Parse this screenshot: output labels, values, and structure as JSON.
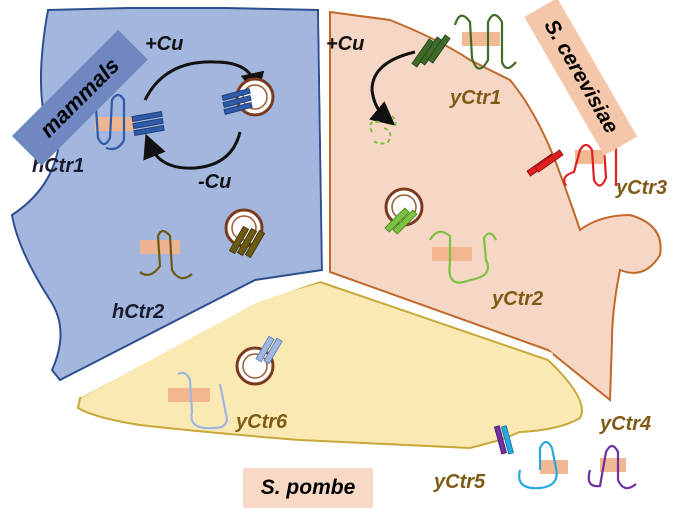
{
  "panels": {
    "mammals": "mammals",
    "s_cerevisiae": "S. cerevisiae",
    "s_pombe": "S. pombe"
  },
  "labels": {
    "plus_cu_left": "+Cu",
    "minus_cu": "-Cu",
    "plus_cu_right": "+Cu",
    "hctr1": "hCtr1",
    "hctr2": "hCtr2",
    "yctr1": "yCtr1",
    "yctr2": "yCtr2",
    "yctr3": "yCtr3",
    "yctr4": "yCtr4",
    "yctr5": "yCtr5",
    "yctr6": "yCtr6"
  },
  "colors": {
    "mammal_cell": "#a3b6de",
    "mammal_border": "#2e4f8f",
    "cerevisiae_cell": "#f6d6c4",
    "cerevisiae_border": "#c0692a",
    "pombe_cell": "#fbe9b4",
    "pombe_border": "#c9a83a",
    "membrane_band": "#f2b48e",
    "vesicle": "#7a3b1e",
    "label_brown": "#7f5a14",
    "label_dark": "#1a1a2e",
    "hctr1": "#2e5aa8",
    "hctr2": "#6b5a10",
    "yctr1": "#3f6b2a",
    "yctr2": "#7cc142",
    "yctr3": "#e02020",
    "yctr4": "#7030a0",
    "yctr5": "#29a8e0",
    "yctr6": "#9fb6e0"
  }
}
